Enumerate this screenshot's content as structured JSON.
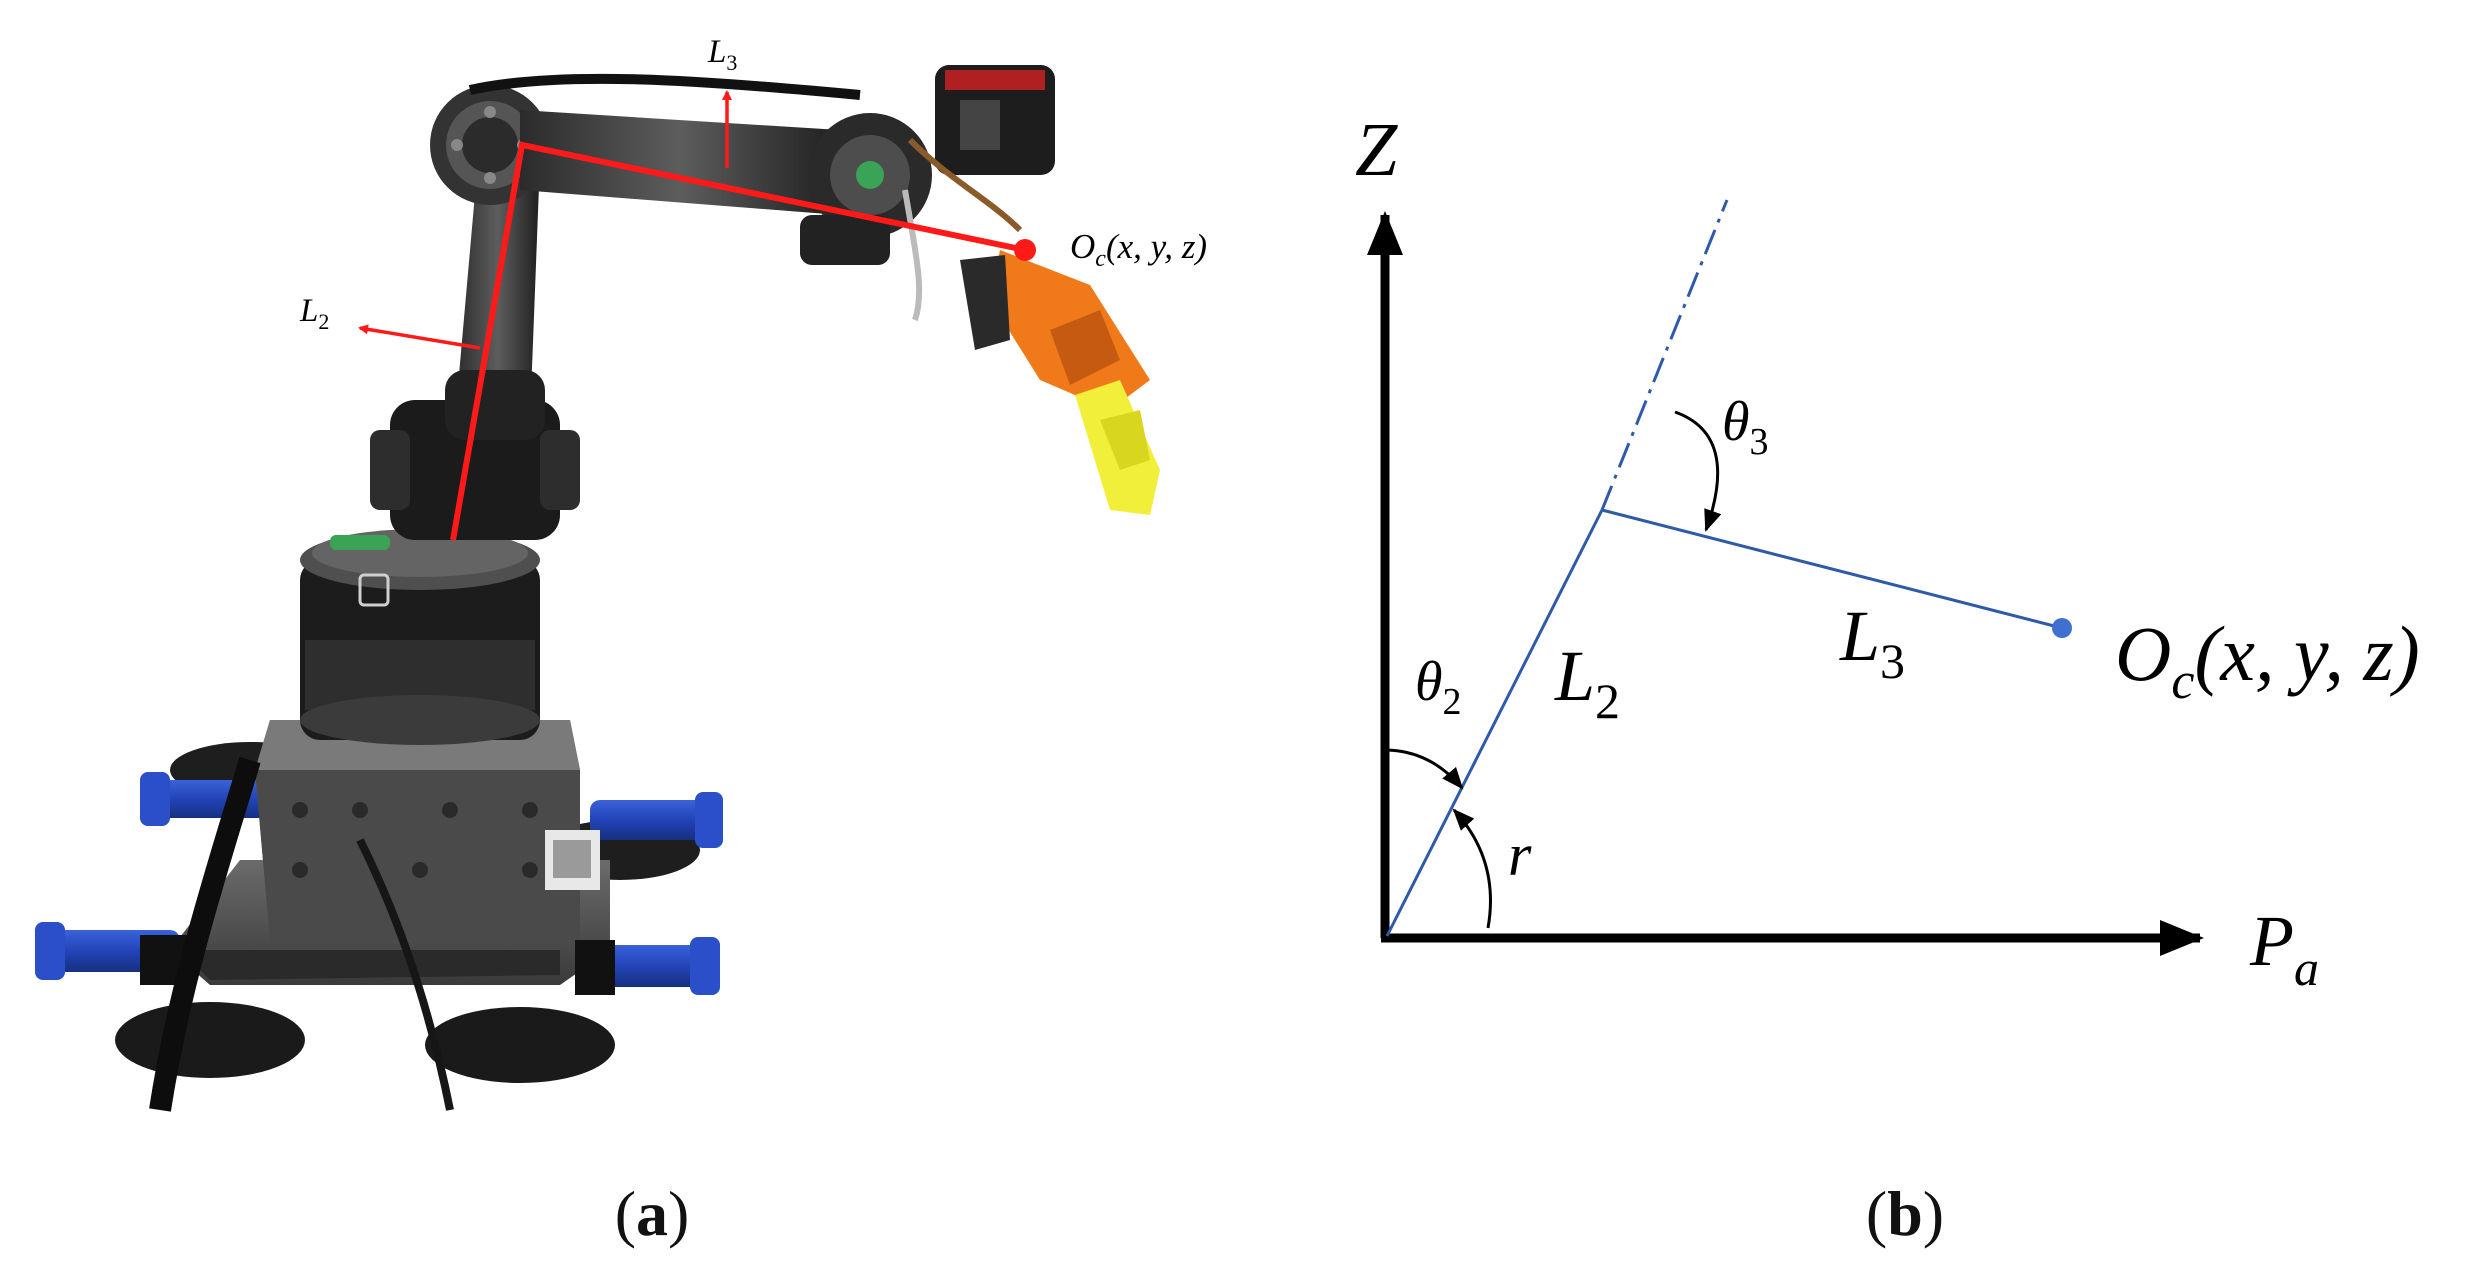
{
  "panels": [
    {
      "id": "a",
      "caption": {
        "open": "(",
        "letter": "a",
        "close": ")"
      },
      "photo_labels": {
        "link2": {
          "letter": "L",
          "sub": "2"
        },
        "link3": {
          "letter": "L",
          "sub": "3"
        },
        "point": {
          "letter": "O",
          "sub": "c",
          "coords": "(x, y, z)"
        }
      }
    },
    {
      "id": "b",
      "caption": {
        "open": "(",
        "letter": "b",
        "close": ")"
      },
      "axes": {
        "vertical": "Z",
        "horizontal": {
          "letter": "P",
          "sub": "a"
        }
      },
      "labels": {
        "theta2": {
          "letter": "θ",
          "sub": "2"
        },
        "theta3": {
          "letter": "θ",
          "sub": "3"
        },
        "r": "r",
        "link2": {
          "letter": "L",
          "sub": "2"
        },
        "link3": {
          "letter": "L",
          "sub": "3"
        },
        "point": {
          "letter": "O",
          "sub": "c",
          "coords": "(x, y, z)"
        }
      }
    }
  ],
  "colors": {
    "annotation_red": "#ff1a1a",
    "link_blue": "#2e5aa8",
    "point_blue": "#3f6fd0",
    "axis_black": "#000000"
  }
}
